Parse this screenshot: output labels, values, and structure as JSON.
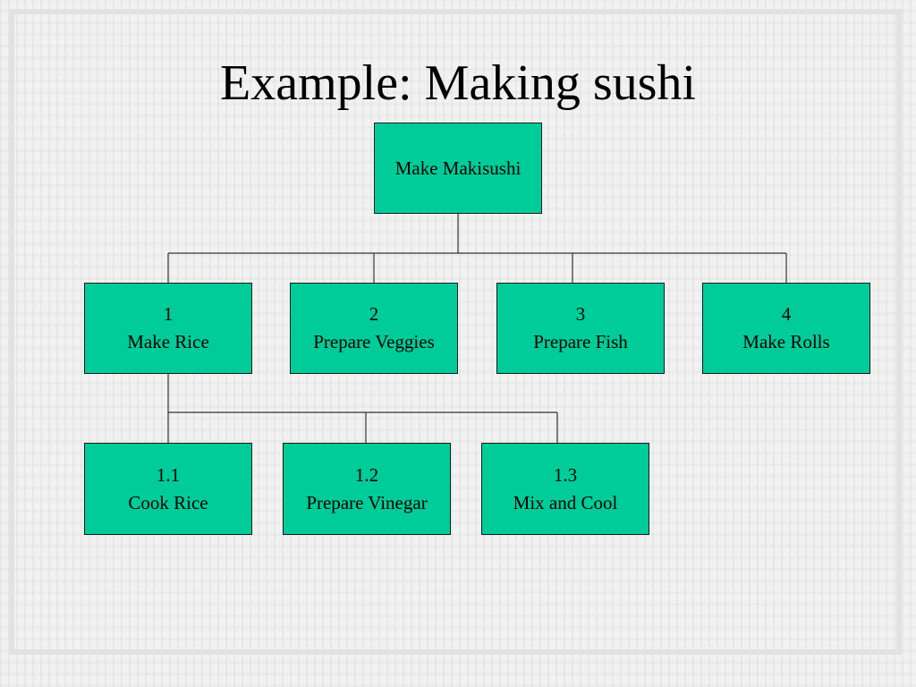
{
  "slide": {
    "title": "Example: Making sushi"
  },
  "colors": {
    "node_fill": "#00cc99",
    "node_border": "#1b1b1b",
    "connector": "#333333"
  },
  "tree": {
    "root": {
      "label": "Make Makisushi"
    },
    "level1": [
      {
        "number": "1",
        "label": "Make Rice"
      },
      {
        "number": "2",
        "label": "Prepare Veggies"
      },
      {
        "number": "3",
        "label": "Prepare Fish"
      },
      {
        "number": "4",
        "label": "Make Rolls"
      }
    ],
    "level2": [
      {
        "number": "1.1",
        "label": "Cook Rice"
      },
      {
        "number": "1.2",
        "label": "Prepare Vinegar"
      },
      {
        "number": "1.3",
        "label": "Mix and Cool"
      }
    ]
  }
}
